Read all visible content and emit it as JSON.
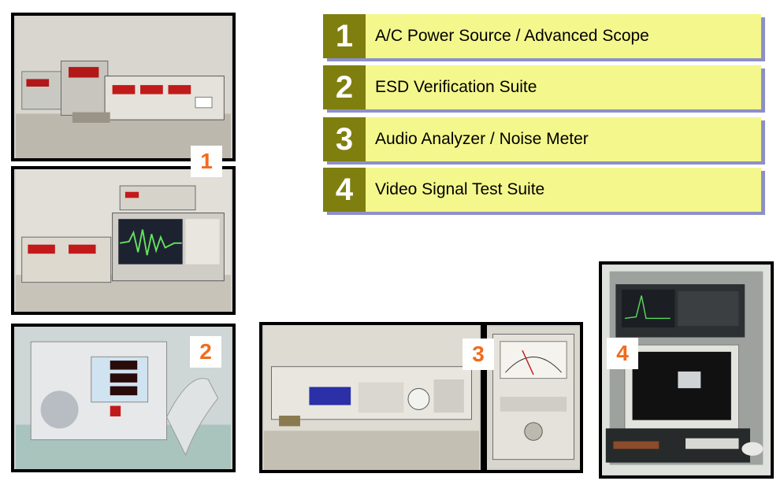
{
  "legend": [
    {
      "number": "1",
      "label": "A/C Power Source / Advanced Scope"
    },
    {
      "number": "2",
      "label": "ESD Verification Suite"
    },
    {
      "number": "3",
      "label": "Audio Analyzer / Noise Meter"
    },
    {
      "number": "4",
      "label": "Video Signal Test Suite"
    }
  ],
  "badges": {
    "one": "1",
    "two": "2",
    "three": "3",
    "four": "4"
  },
  "colors": {
    "legend_number_bg": "#7f7f0f",
    "legend_label_bg": "#f4f78c",
    "legend_shadow": "#8d90c8",
    "badge_text": "#f26b1d"
  }
}
